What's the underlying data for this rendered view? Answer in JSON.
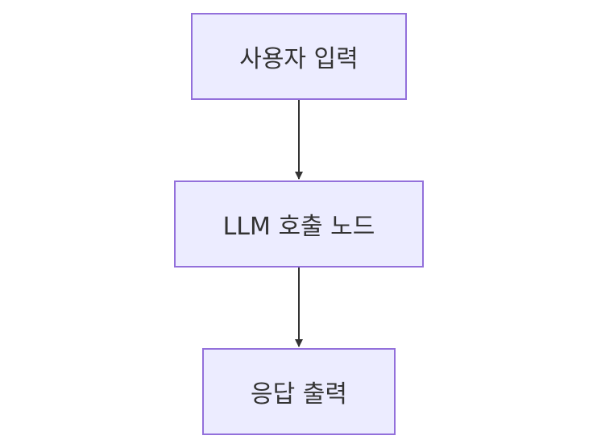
{
  "diagram": {
    "type": "flowchart",
    "direction": "top-to-bottom",
    "colors": {
      "node_fill": "#ececff",
      "node_border": "#9370db",
      "edge": "#333333",
      "text": "#333333"
    },
    "nodes": [
      {
        "id": "input",
        "label": "사용자 입력"
      },
      {
        "id": "llm",
        "label": "LLM 호출 노드"
      },
      {
        "id": "output",
        "label": "응답 출력"
      }
    ],
    "edges": [
      {
        "from": "input",
        "to": "llm"
      },
      {
        "from": "llm",
        "to": "output"
      }
    ]
  }
}
